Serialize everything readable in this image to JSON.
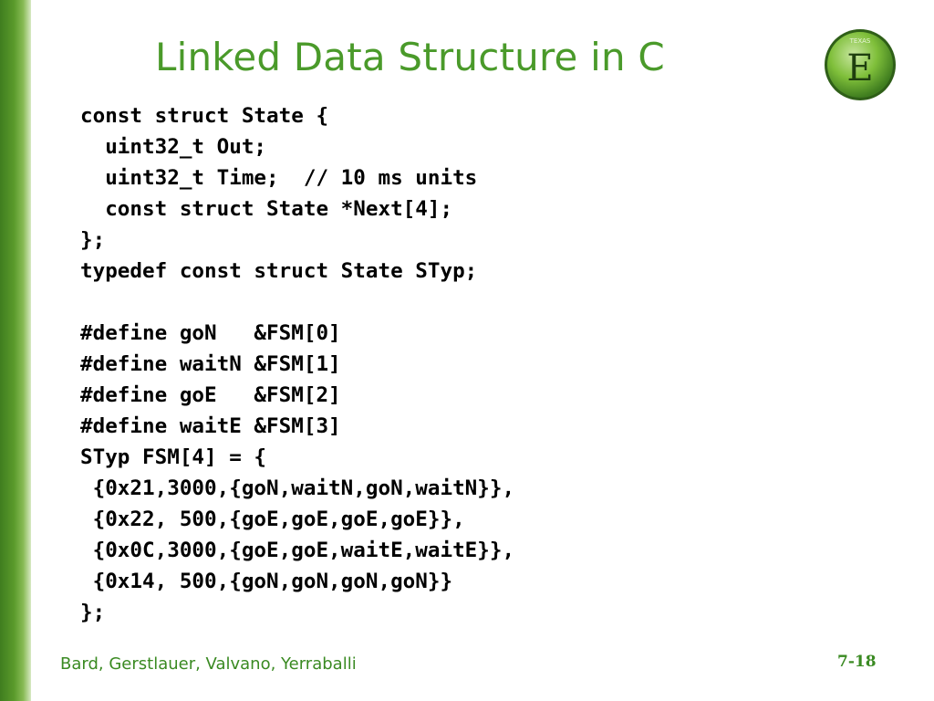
{
  "slide": {
    "title": "Linked Data Structure in C",
    "code_lines": [
      "const struct State {",
      "  uint32_t Out;",
      "  uint32_t Time;  // 10 ms units",
      "  const struct State *Next[4];",
      "};",
      "typedef const struct State STyp;",
      "",
      "#define goN   &FSM[0]",
      "#define waitN &FSM[1]",
      "#define goE   &FSM[2]",
      "#define waitE &FSM[3]",
      "STyp FSM[4] = {",
      " {0x21,3000,{goN,waitN,goN,waitN}},",
      " {0x22, 500,{goE,goE,goE,goE}},",
      " {0x0C,3000,{goE,goE,waitE,waitE}},",
      " {0x14, 500,{goN,goN,goN,goN}}",
      "};"
    ],
    "footer": {
      "authors": "Bard, Gerstlauer, Valvano, Yerraballi",
      "page": "7-18"
    },
    "logo": {
      "icon": "texas-e-logo-icon",
      "letter": "E",
      "top_text": "TEXAS"
    },
    "colors": {
      "title": "#4a9a2a",
      "footer": "#3a8a22",
      "left_bar": "#4f8f25"
    }
  }
}
